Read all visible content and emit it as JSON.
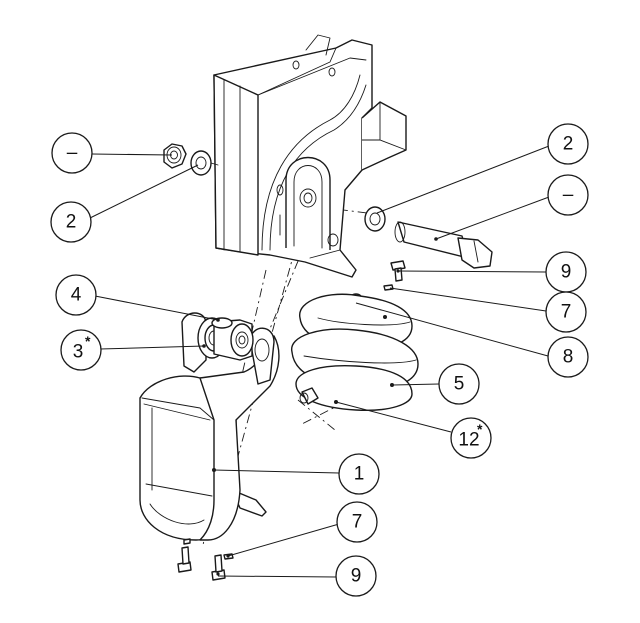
{
  "callouts": [
    {
      "id": "c-minus-left",
      "label": "–",
      "star": false
    },
    {
      "id": "c-2-left",
      "label": "2",
      "star": false
    },
    {
      "id": "c-2-right",
      "label": "2",
      "star": false
    },
    {
      "id": "c-minus-right",
      "label": "–",
      "star": false
    },
    {
      "id": "c-9-top",
      "label": "9",
      "star": false
    },
    {
      "id": "c-7-top",
      "label": "7",
      "star": false
    },
    {
      "id": "c-8",
      "label": "8",
      "star": false
    },
    {
      "id": "c-5",
      "label": "5",
      "star": false
    },
    {
      "id": "c-12",
      "label": "12",
      "star": true
    },
    {
      "id": "c-1",
      "label": "1",
      "star": false
    },
    {
      "id": "c-7-bottom",
      "label": "7",
      "star": false
    },
    {
      "id": "c-9-bottom",
      "label": "9",
      "star": false
    },
    {
      "id": "c-4",
      "label": "4",
      "star": false
    },
    {
      "id": "c-3",
      "label": "3",
      "star": true
    }
  ],
  "star_symbol": "*"
}
